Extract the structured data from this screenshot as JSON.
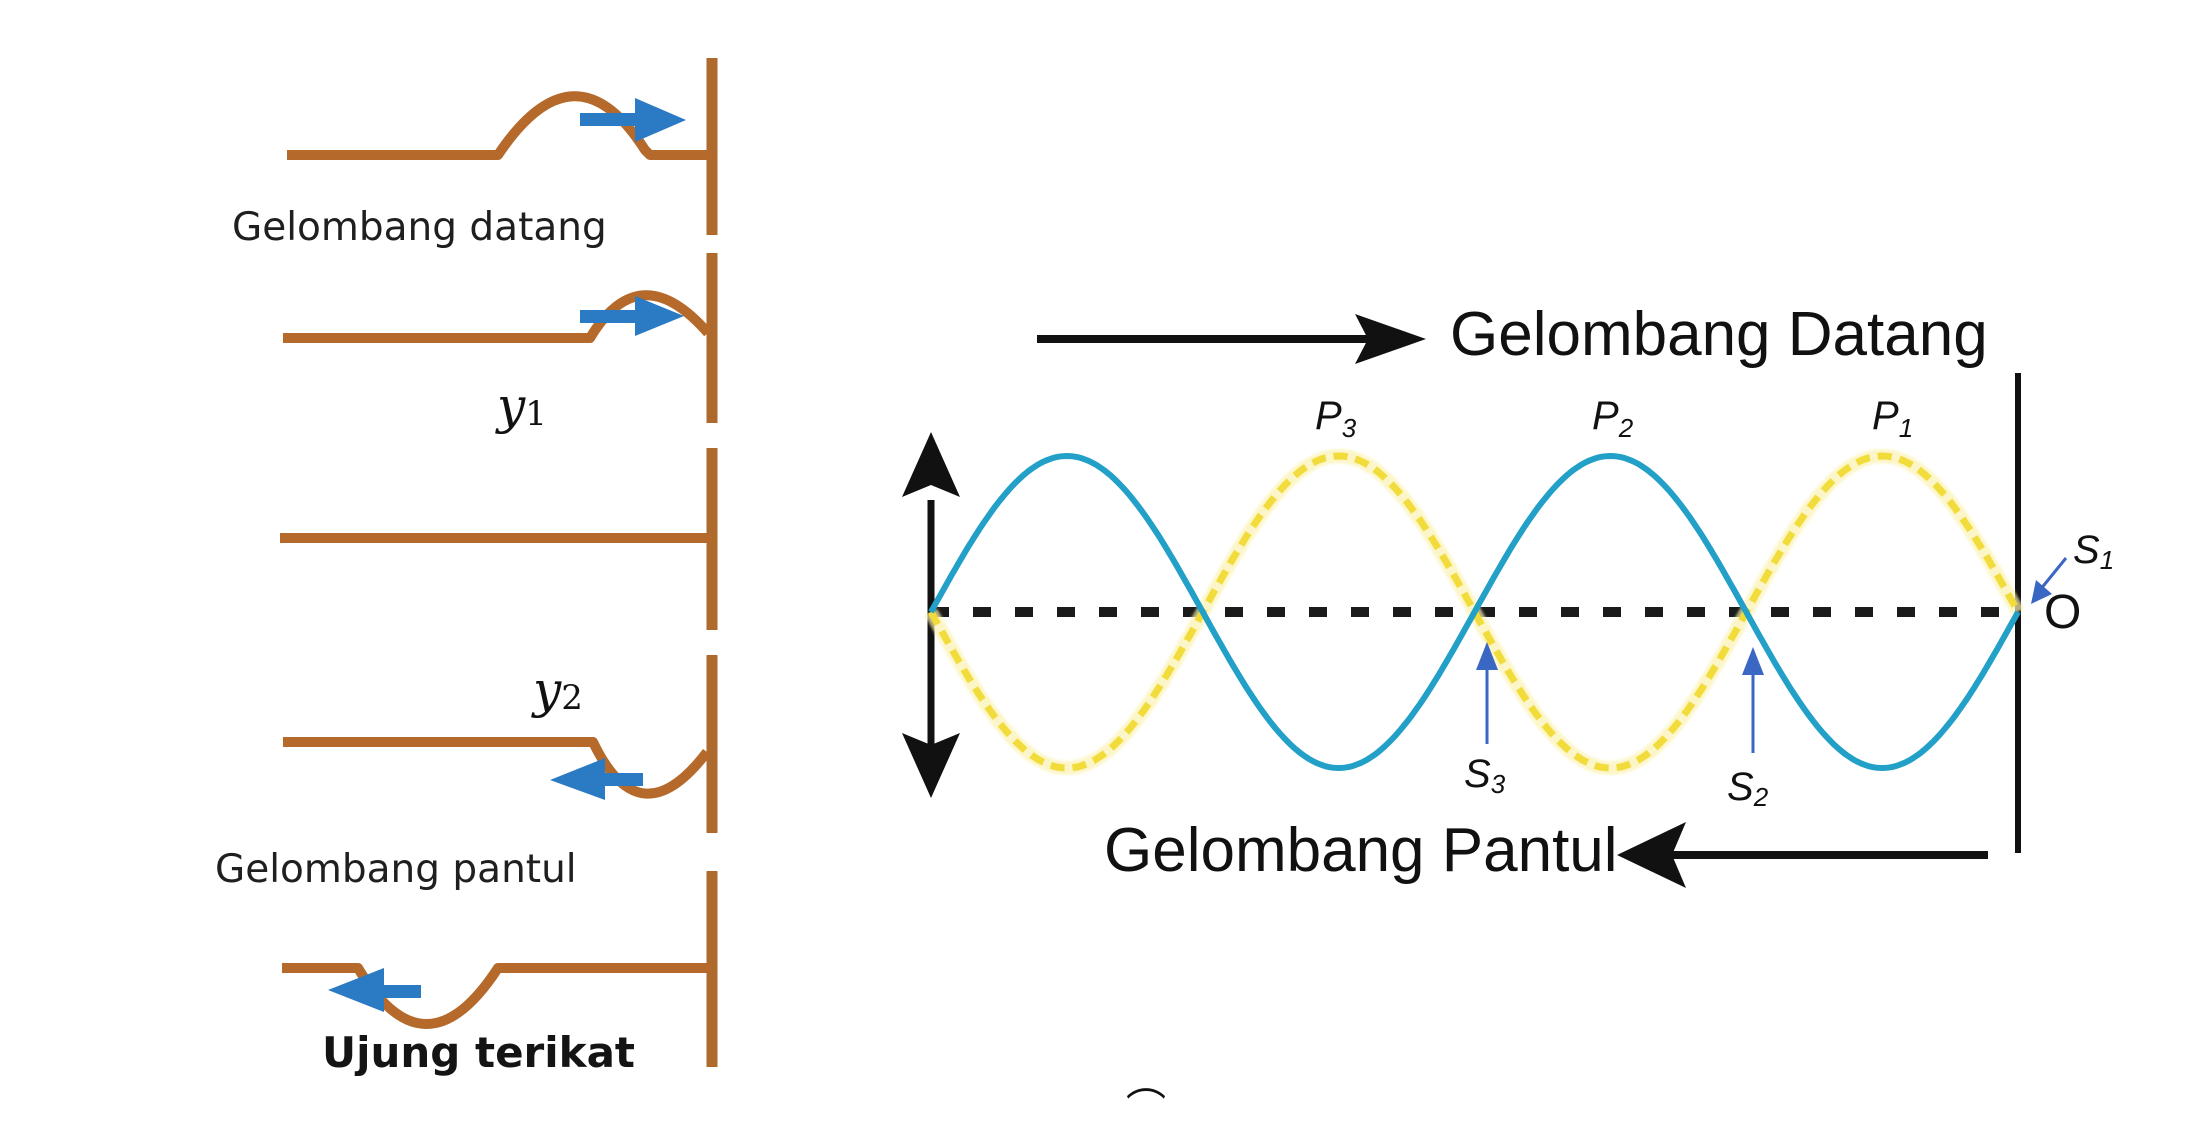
{
  "colors": {
    "string": "#b5692a",
    "wall": "#ad6a2c",
    "motion_arrow": "#2a7ac4",
    "incident_wave": "#22a0c8",
    "reflected_wave": "#f2dc3c",
    "axis": "#111111",
    "node_arrow": "#3a66c4",
    "text": "#1f1f1f"
  },
  "left_panel": {
    "title_incident": "Gelombang datang",
    "title_reflected": "Gelombang pantul",
    "caption": "Ujung terikat",
    "label_y1": {
      "main": "y",
      "sub": "1"
    },
    "label_y2": {
      "main": "y",
      "sub": "2"
    },
    "steps": [
      {
        "name": "incident-pulse",
        "direction": "right"
      },
      {
        "name": "pulse-reaching-wall",
        "direction": "right"
      },
      {
        "name": "pulse-at-wall",
        "direction": "none"
      },
      {
        "name": "inverted-pulse-leaving-wall",
        "direction": "left"
      },
      {
        "name": "reflected-pulse",
        "direction": "left"
      }
    ]
  },
  "right_panel": {
    "incident_label": "Gelombang Datang",
    "reflected_label": "Gelombang Pantul",
    "origin_label": "O",
    "antinodes": [
      {
        "main": "P",
        "sub": "3"
      },
      {
        "main": "P",
        "sub": "2"
      },
      {
        "main": "P",
        "sub": "1"
      }
    ],
    "nodes": [
      {
        "main": "S",
        "sub": "3"
      },
      {
        "main": "S",
        "sub": "2"
      },
      {
        "main": "S",
        "sub": "1"
      }
    ],
    "wave": {
      "half_wavelengths": 4,
      "incident_style": "solid",
      "reflected_style": "dashed"
    }
  },
  "footer_glyph": "⌒"
}
